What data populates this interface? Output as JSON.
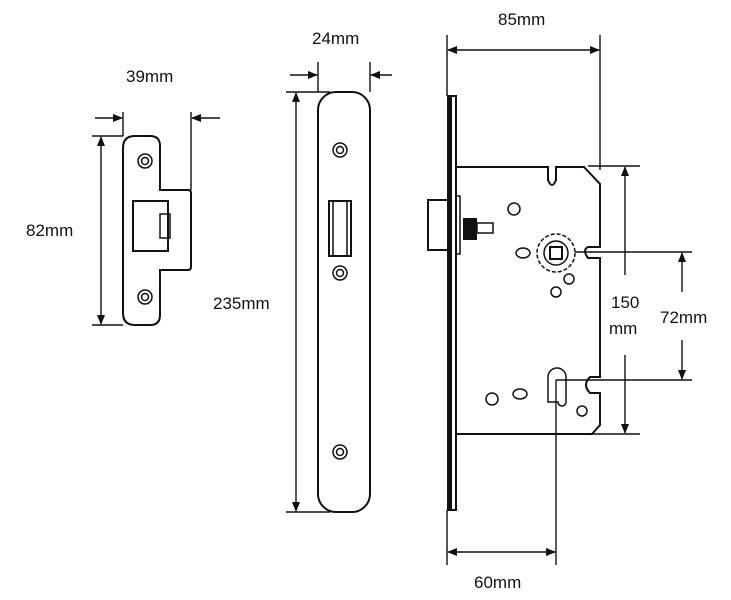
{
  "labels": {
    "strike_width": "39mm",
    "strike_height": "82mm",
    "faceplate_width": "24mm",
    "faceplate_height": "235mm",
    "lock_depth": "85mm",
    "lock_height_value": "150",
    "lock_height_unit": "mm",
    "centre_distance": "72mm",
    "backset": "60mm"
  }
}
